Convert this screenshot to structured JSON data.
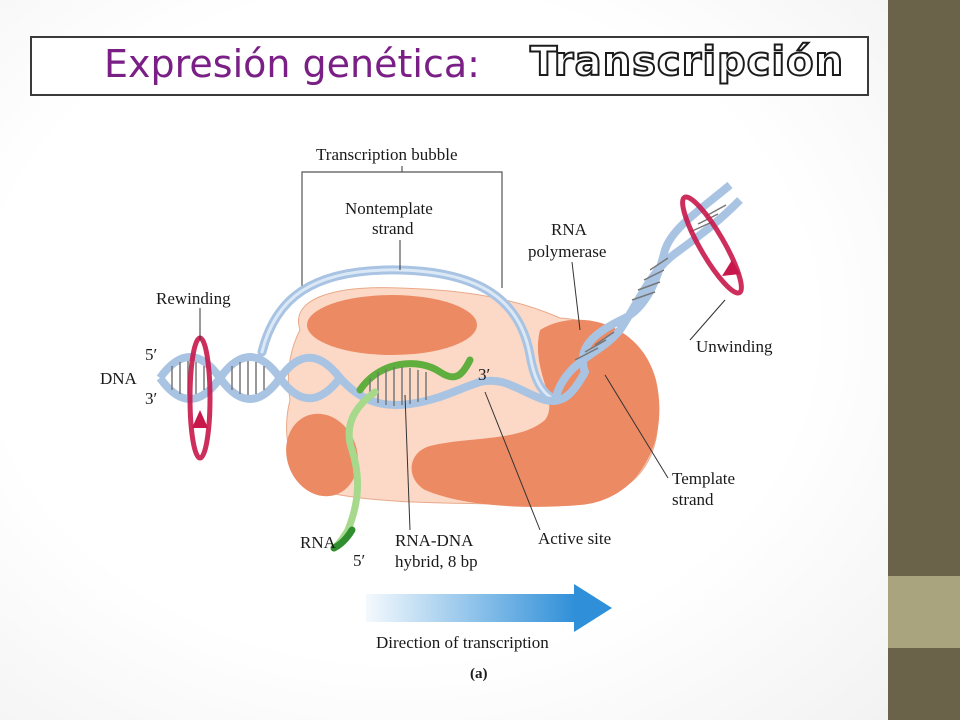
{
  "title": {
    "main": "Expresión genética:",
    "sub": "Transcripción"
  },
  "labels": {
    "transcription_bubble": "Transcription bubble",
    "nontemplate": [
      "Nontemplate",
      "strand"
    ],
    "rna_polymerase": [
      "RNA",
      "polymerase"
    ],
    "rewinding": "Rewinding",
    "unwinding": "Unwinding",
    "dna": "DNA",
    "five_prime_dna": "5′",
    "three_prime_dna": "3′",
    "three_prime_rna": "3′",
    "template": [
      "Template",
      "strand"
    ],
    "rna": "RNA",
    "five_prime_rna": "5′",
    "hybrid": [
      "RNA-DNA",
      "hybrid, 8 bp"
    ],
    "active_site": "Active site",
    "direction": "Direction of transcription",
    "panel": "(a)"
  },
  "colors": {
    "title": "#7a1f86",
    "polymerase_light": "#fbd9c6",
    "polymerase_dark": "#ec8a63",
    "dna_strand": "#b9cfe8",
    "rna_strand": "#5fae3e",
    "rotation_arrow": "#c8174a",
    "direction_arrow": "#2f8fd8",
    "sidebar_dark": "#6b6349",
    "sidebar_light": "#a9a47e"
  }
}
